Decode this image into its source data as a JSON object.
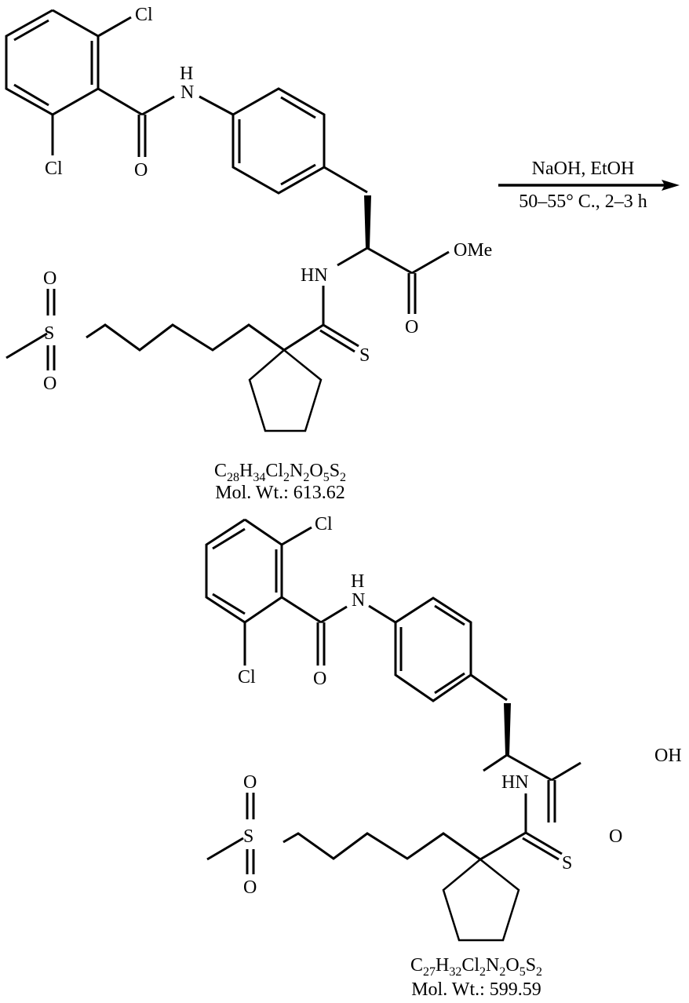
{
  "reaction": {
    "arrow": {
      "reagents_above": "NaOH, EtOH",
      "conditions_below": "50–55° C., 2–3 h"
    },
    "reactant": {
      "atom_labels": {
        "cl_top": "Cl",
        "cl_bottom": "Cl",
        "amide_h": "H",
        "amide_n": "N",
        "amide_o": "O",
        "ester": "OMe",
        "ester_o": "O",
        "hn": "HN",
        "thio_s": "S",
        "sulfonyl_s": "S",
        "sulfonyl_o_top": "O",
        "sulfonyl_o_bottom": "O"
      },
      "formula": {
        "parts": [
          {
            "el": "C",
            "n": "28"
          },
          {
            "el": "H",
            "n": "34"
          },
          {
            "el": "Cl",
            "n": "2"
          },
          {
            "el": "N",
            "n": "2"
          },
          {
            "el": "O",
            "n": "5"
          },
          {
            "el": "S",
            "n": "2"
          }
        ]
      },
      "mol_wt": "Mol. Wt.: 613.62"
    },
    "product": {
      "atom_labels": {
        "cl_top": "Cl",
        "cl_bottom": "Cl",
        "amide_h": "H",
        "amide_n": "N",
        "amide_o": "O",
        "acid": "OH",
        "acid_o": "O",
        "hn": "HN",
        "thio_s": "S",
        "sulfonyl_s": "S",
        "sulfonyl_o_top": "O",
        "sulfonyl_o_bottom": "O"
      },
      "formula": {
        "parts": [
          {
            "el": "C",
            "n": "27"
          },
          {
            "el": "H",
            "n": "32"
          },
          {
            "el": "Cl",
            "n": "2"
          },
          {
            "el": "N",
            "n": "2"
          },
          {
            "el": "O",
            "n": "5"
          },
          {
            "el": "S",
            "n": "2"
          }
        ]
      },
      "mol_wt": "Mol. Wt.: 599.59"
    }
  }
}
